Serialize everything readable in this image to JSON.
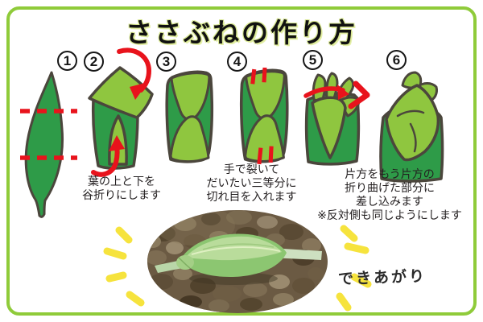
{
  "title": "ささぶねの作り方",
  "steps": [
    {
      "number": "1"
    },
    {
      "number": "2",
      "caption": [
        "葉の上と下を",
        "谷折りにします"
      ]
    },
    {
      "number": "3"
    },
    {
      "number": "4",
      "caption": [
        "手で裂いて",
        "だいたい三等分に",
        "切れ目を入れます"
      ]
    },
    {
      "number": "5"
    },
    {
      "number": "6",
      "caption": [
        "片方をもう片方の",
        "折り曲げた部分に",
        "差し込みます",
        "※反対側も同じようにします"
      ]
    }
  ],
  "result": {
    "label": "できあがり"
  },
  "colors": {
    "frame_green": "#8FCB3A",
    "leaf_dark_green": "#2E9B48",
    "leaf_light_green": "#8FC63F",
    "outline_dark": "#4B463C",
    "arrow_red": "#E8131C",
    "sparkle_yellow": "#F6E33D",
    "text_black": "#231F20"
  }
}
